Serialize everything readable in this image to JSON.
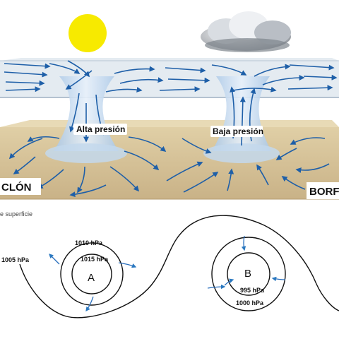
{
  "diagram": {
    "left_system_label": "Alta presión",
    "right_system_label": "Baja presión",
    "left_edge_label": "CLÓN",
    "right_edge_label": "BORF",
    "map_caption": "e superficie",
    "map": {
      "outer_isobar": "1005 hPa",
      "high_center": "A",
      "high_isobars": [
        "1010 hPa",
        "1015 hPa"
      ],
      "low_center": "B",
      "low_isobars": [
        "995 hPa",
        "1000 hPa"
      ]
    }
  },
  "colors": {
    "sun": "#f7ea00",
    "ground": "#d8c49a",
    "plane": "#dfe7ef",
    "flow_arrows": "#1e5fa8",
    "isobars": "#111111"
  },
  "icons": [
    "sun-icon",
    "cloud-icon"
  ]
}
